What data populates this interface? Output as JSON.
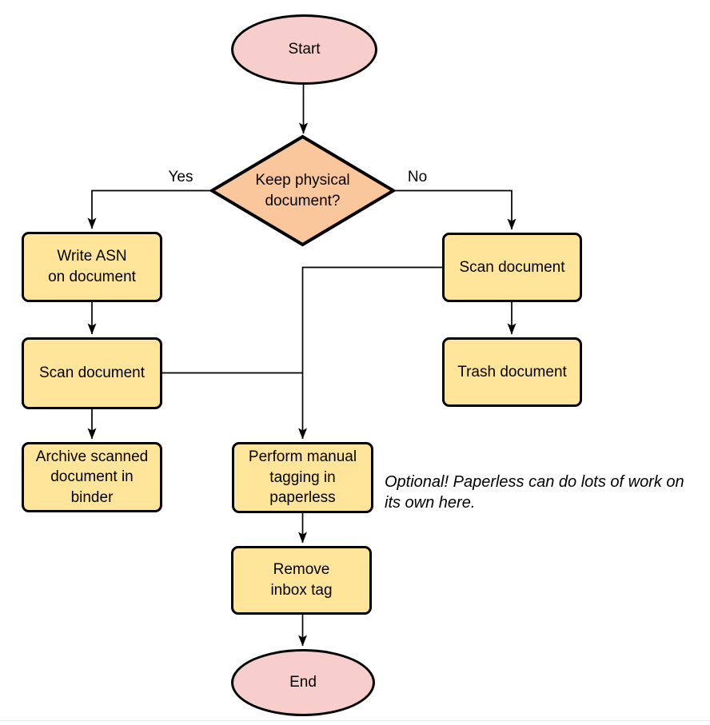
{
  "diagram": {
    "type": "flowchart",
    "nodes": {
      "start": {
        "shape": "terminator",
        "fill": "#f8cecc",
        "lines": [
          "Start"
        ]
      },
      "decision": {
        "shape": "decision",
        "fill": "#fac79c",
        "lines": [
          "Keep physical",
          "document?"
        ]
      },
      "write_asn": {
        "shape": "process",
        "fill": "#ffe59a",
        "lines": [
          "Write ASN",
          "on document"
        ]
      },
      "scan_left": {
        "shape": "process",
        "fill": "#ffe59a",
        "lines": [
          "Scan document"
        ]
      },
      "archive": {
        "shape": "process",
        "fill": "#ffe59a",
        "lines": [
          "Archive scanned",
          "document in",
          "binder"
        ]
      },
      "scan_right": {
        "shape": "process",
        "fill": "#ffe59a",
        "lines": [
          "Scan document"
        ]
      },
      "trash": {
        "shape": "process",
        "fill": "#ffe59a",
        "lines": [
          "Trash document"
        ]
      },
      "tagging": {
        "shape": "process",
        "fill": "#ffe59a",
        "lines": [
          "Perform manual",
          "tagging in",
          "paperless"
        ]
      },
      "remove_inbox": {
        "shape": "process",
        "fill": "#ffe59a",
        "lines": [
          "Remove",
          "inbox tag"
        ]
      },
      "end": {
        "shape": "terminator",
        "fill": "#f8cecc",
        "lines": [
          "End"
        ]
      }
    },
    "edge_labels": {
      "yes": "Yes",
      "no": "No"
    },
    "annotation": {
      "lines": [
        "Optional! Paperless can do lots of work on",
        "its own here."
      ]
    },
    "colors": {
      "terminator_fill": "#f8cecc",
      "decision_fill": "#fac79c",
      "process_fill": "#ffe59a",
      "shape_stroke": "#000000",
      "connector_stroke": "#000000",
      "background": "#ffffff"
    }
  }
}
